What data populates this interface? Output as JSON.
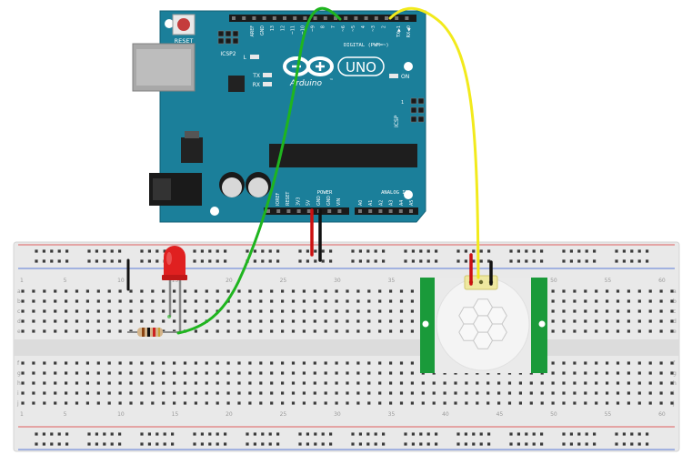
{
  "board": {
    "reset": "RESET",
    "icsp2": "ICSP2",
    "led_l": "L",
    "led_tx": "TX",
    "led_rx": "RX",
    "led_on": "ON",
    "uno": "UNO",
    "brand": "Arduino",
    "tm": "™",
    "digital": "DIGITAL (PWM=~)",
    "power": "POWER",
    "analog": "ANALOG IN",
    "icsp": "ICSP",
    "icsp_pin1": "1",
    "tx_pin": "TX▶1",
    "rx_pin": "RX◀0",
    "top_pins": [
      "AREF",
      "GND",
      "13",
      "12",
      "~11",
      "~10",
      "~9",
      "8",
      "7",
      "~6",
      "~5",
      "4",
      "~3",
      "2"
    ],
    "power_pins": [
      "IOREF",
      "RESET",
      "3V3",
      "5V",
      "GND",
      "GND",
      "VIN"
    ],
    "analog_pins": [
      "A0",
      "A1",
      "A2",
      "A3",
      "A4",
      "A5"
    ]
  },
  "breadboard": {
    "rows_top": [
      "a",
      "b",
      "c",
      "d",
      "e"
    ],
    "rows_bottom": [
      "f",
      "g",
      "h",
      "i",
      "j"
    ],
    "column_numbers": [
      "1",
      "5",
      "10",
      "15",
      "20",
      "25",
      "30",
      "35",
      "40",
      "45",
      "50",
      "55",
      "60"
    ]
  },
  "colors": {
    "board": "#1b7f9a",
    "wire_green": "#1fb51f",
    "wire_yellow": "#f2ea1c",
    "wire_red": "#cc1010",
    "wire_black": "#111111",
    "led": "#e02020",
    "sensor_pcb": "#1a9a3a",
    "rail_red": "#e06060",
    "rail_blue": "#5a7ad8"
  },
  "components": [
    "red-led",
    "resistor",
    "pir-motion-sensor"
  ]
}
